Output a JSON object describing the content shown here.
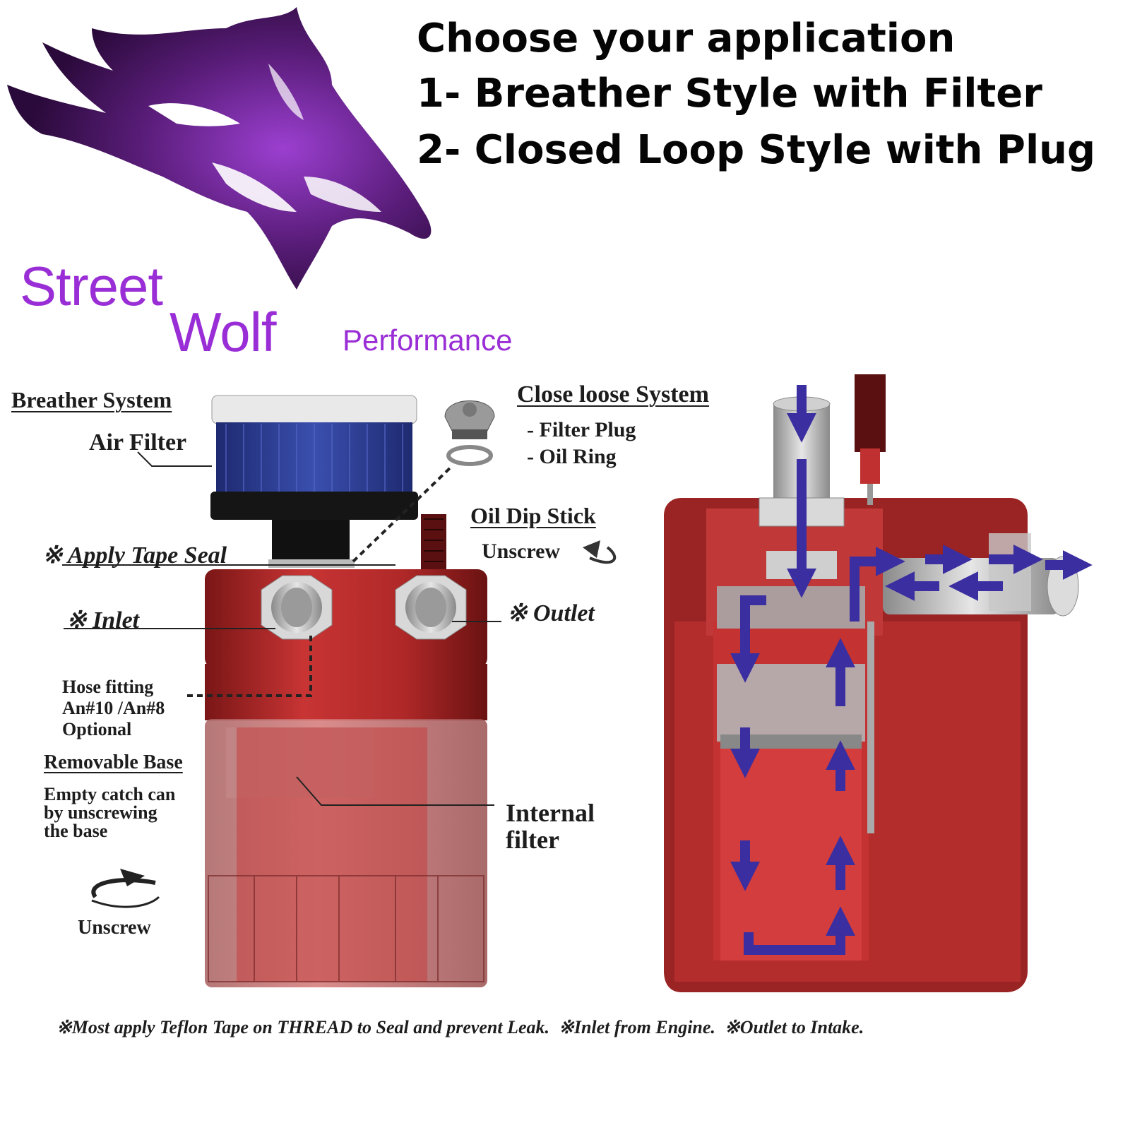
{
  "heading": {
    "line1": "Choose your application",
    "line2": "1- Breather Style with Filter",
    "line3": "2- Closed Loop Style with Plug"
  },
  "brand": {
    "word1": "Street",
    "word2": "Wolf",
    "word3": "Performance",
    "color": "#9a2ed6",
    "logo_icon": "wolf-head-logo-icon"
  },
  "labels": {
    "breather_system": "Breather System",
    "air_filter": "Air Filter",
    "close_loose_system": "Close loose System",
    "filter_plug": "- Filter Plug",
    "oil_ring": "- Oil Ring",
    "oil_dipstick": "Oil Dip Stick",
    "unscrew_top": "Unscrew",
    "apply_tape_seal": "※ Apply Tape Seal",
    "inlet": "※ Inlet",
    "outlet": "※ Outlet",
    "hose_fitting_1": "Hose fitting",
    "hose_fitting_2": "An#10 /An#8",
    "hose_fitting_3": "Optional",
    "removable_base": "Removable Base",
    "empty_1": "Empty catch can",
    "empty_2": "by unscrewing",
    "empty_3": "the base",
    "unscrew_bottom": "Unscrew",
    "internal_filter_1": "Internal",
    "internal_filter_2": "filter"
  },
  "footer": {
    "note": "※Most apply Teflon Tape on THREAD to Seal and prevent Leak.  ※Inlet from Engine.  ※Outlet to Intake."
  },
  "colors": {
    "can_red": "#b02a2a",
    "can_dark_red": "#7e1c1c",
    "flow_arrow": "#3a2ea0",
    "filter_blue": "#2d3a8a"
  }
}
